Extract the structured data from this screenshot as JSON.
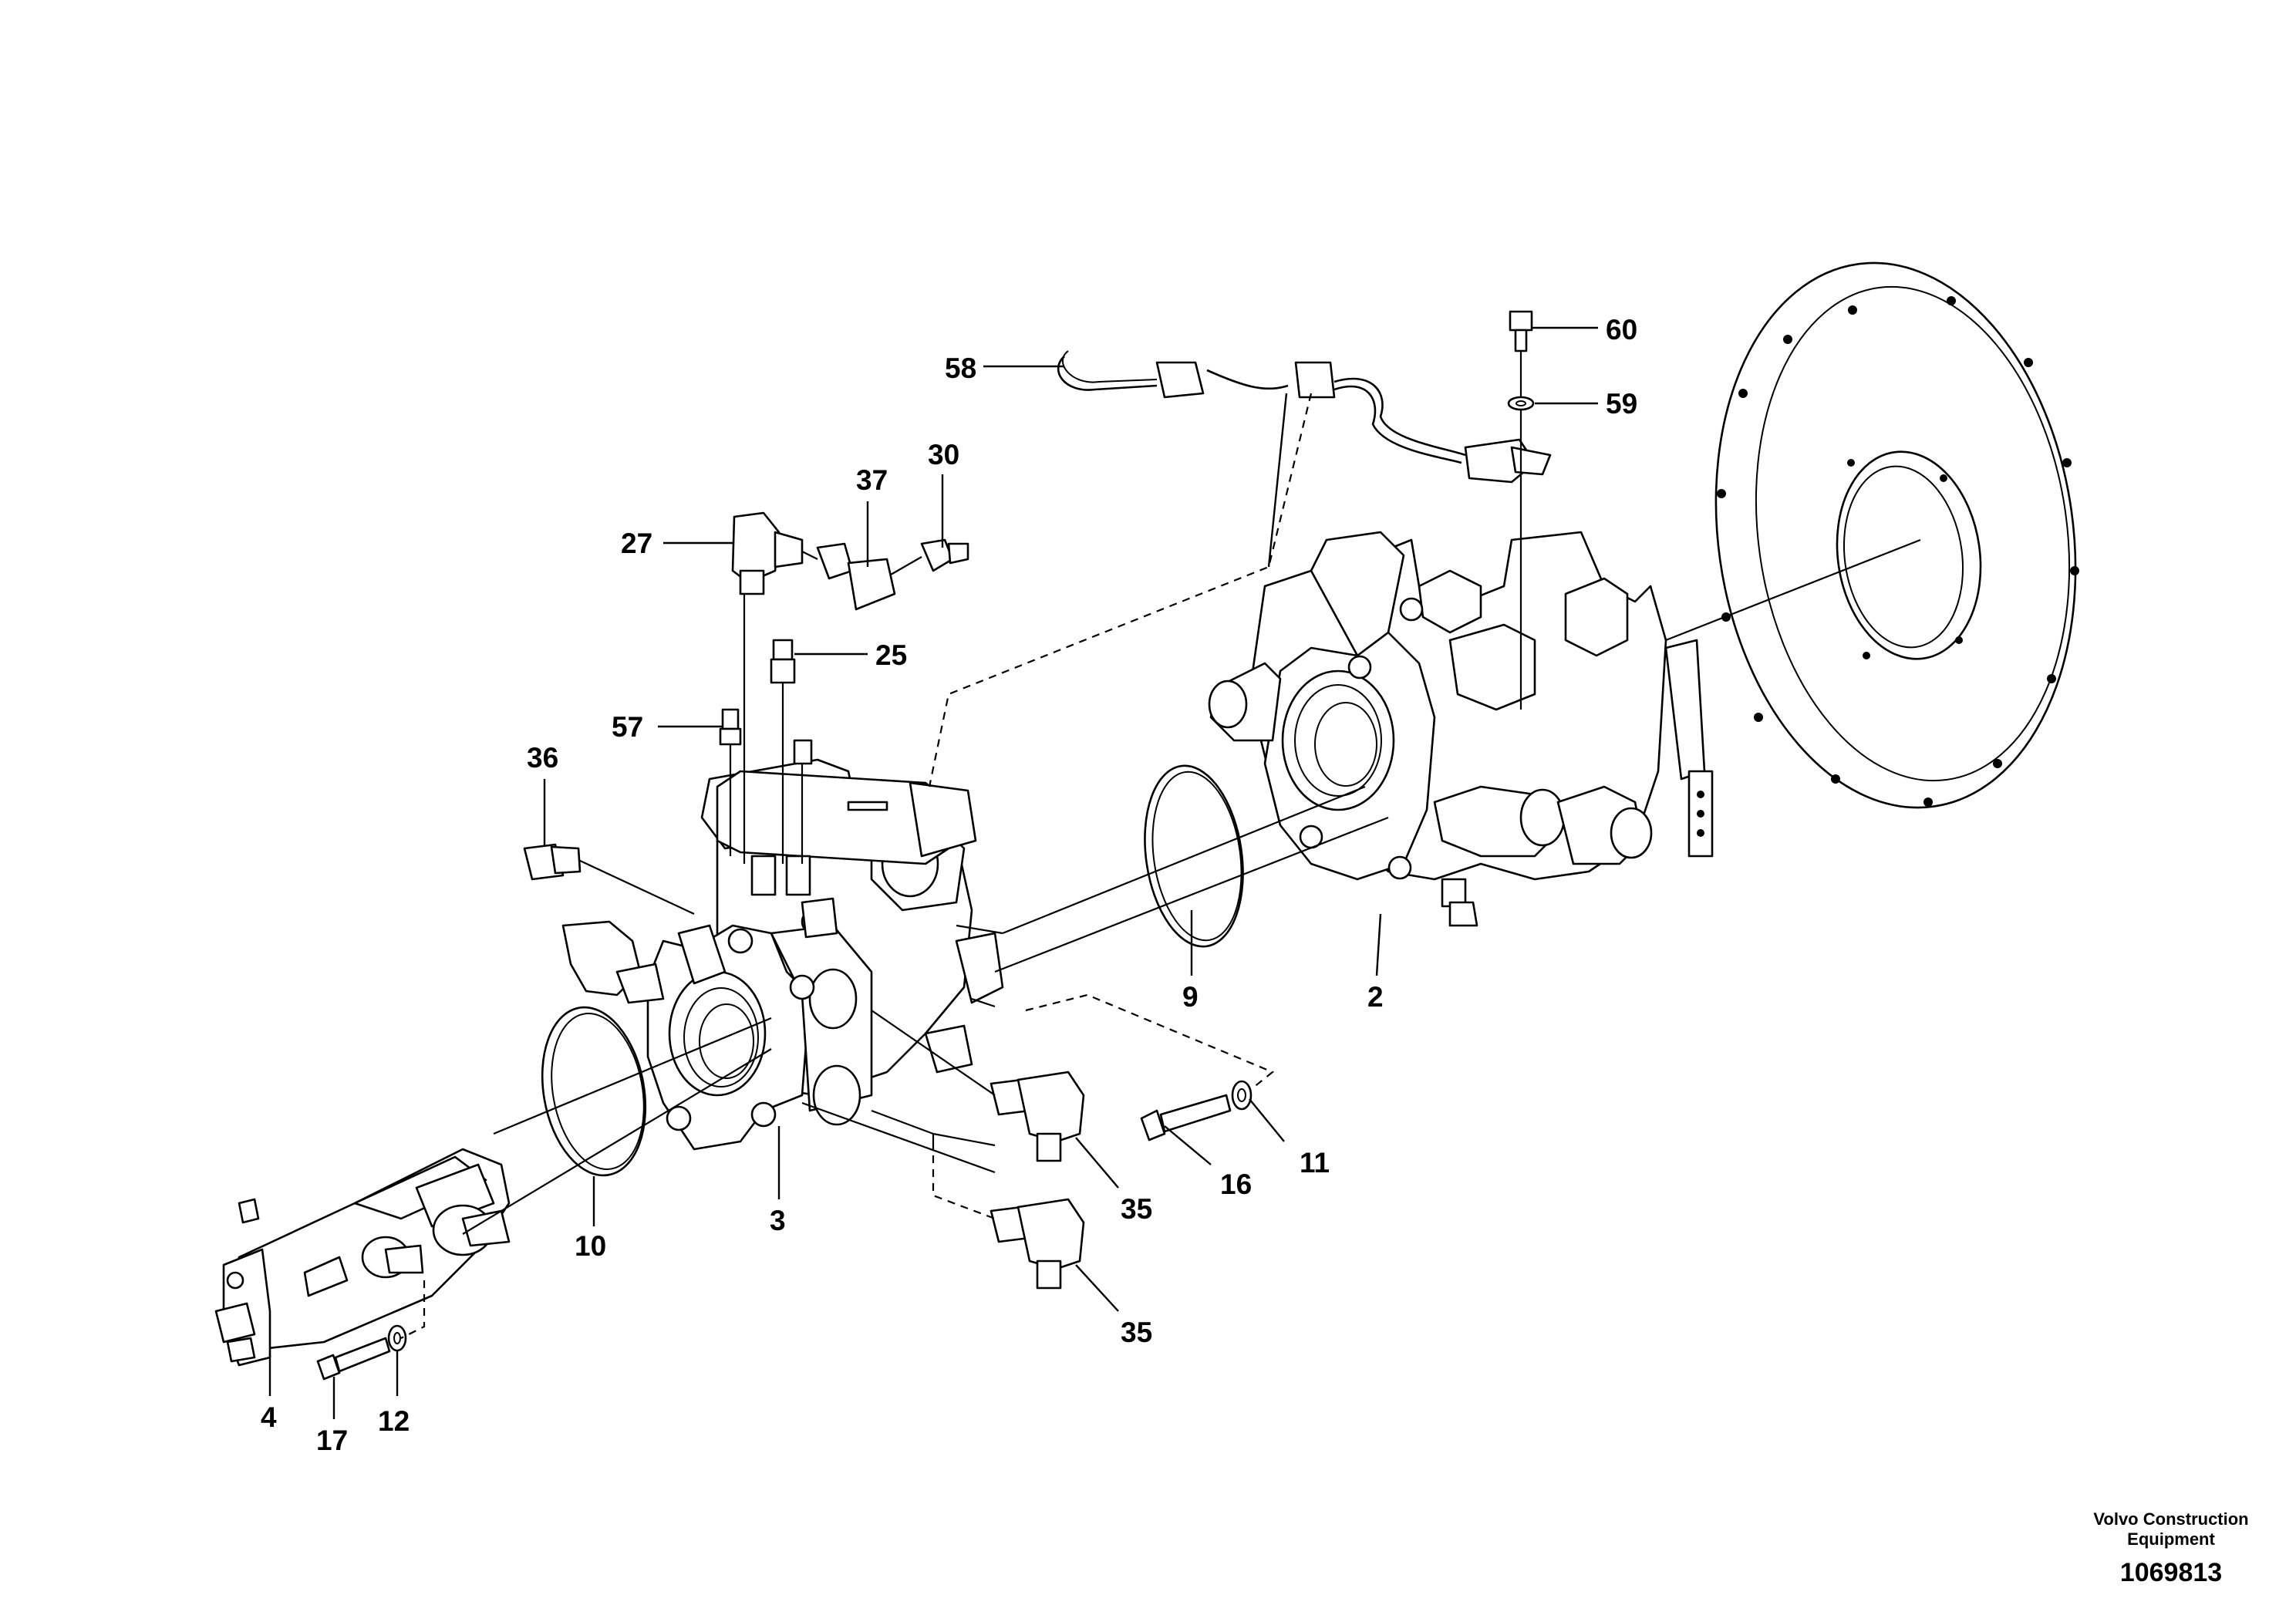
{
  "callouts": {
    "c2": "2",
    "c3": "3",
    "c4": "4",
    "c9": "9",
    "c10": "10",
    "c11": "11",
    "c12": "12",
    "c16": "16",
    "c17": "17",
    "c25": "25",
    "c27": "27",
    "c30": "30",
    "c35a": "35",
    "c35b": "35",
    "c36": "36",
    "c37": "37",
    "c57": "57",
    "c58": "58",
    "c59": "59",
    "c60": "60"
  },
  "footer": {
    "brand_line1": "Volvo Construction",
    "brand_line2": "Equipment",
    "drawing_number": "1069813"
  }
}
